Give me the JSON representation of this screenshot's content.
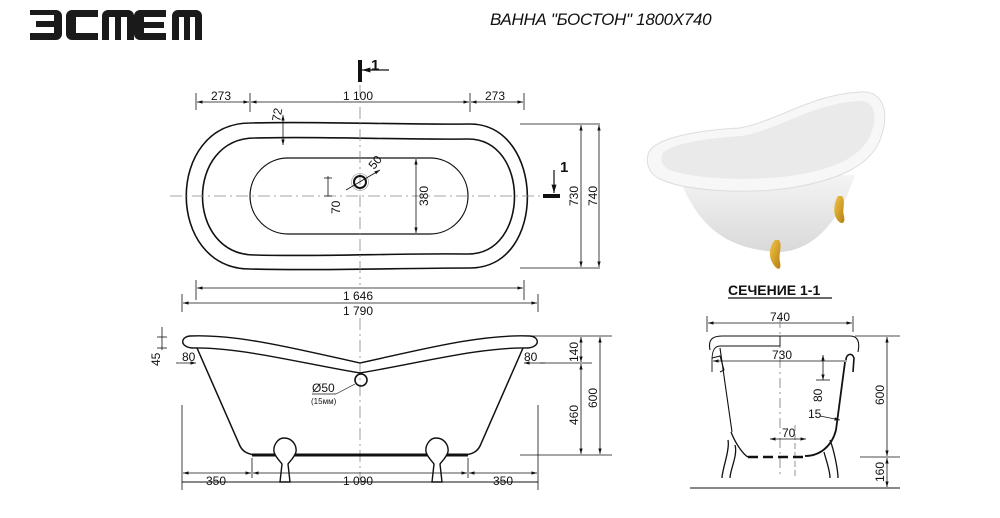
{
  "brand": {
    "logo_text": "ЭСМЕМ"
  },
  "header": {
    "title": "ВАННА \"БОСТОН\" 1800Х740"
  },
  "top_view": {
    "section_mark": "1",
    "dims": {
      "left_offset": "273",
      "center_length": "1 100",
      "right_offset": "273",
      "rim_width": "72",
      "drain_diameter": "50",
      "drain_offset": "70",
      "inner_width": "380",
      "width_inner": "730",
      "width_outer": "740",
      "length_inner": "1 646",
      "length_outer": "1 790"
    }
  },
  "side_view": {
    "dims": {
      "rim_height": "45",
      "left_overhang": "80",
      "right_overhang": "80",
      "top_depth": "140",
      "total_height": "600",
      "body_height": "460",
      "drain_label": "Ø50",
      "drain_note": "(15мм)",
      "left_leg_offset": "350",
      "leg_span": "1 090",
      "right_leg_offset": "350"
    }
  },
  "section_view": {
    "label": "СЕЧЕНИЕ 1-1",
    "dims": {
      "outer_width": "740",
      "inner_width": "730",
      "rim_drop": "80",
      "wall_thickness": "15",
      "drain_spacing": "70",
      "height": "600",
      "leg_height": "160"
    }
  },
  "photo": {
    "description": "white clawfoot bathtub with gold feet",
    "accent_color": "#d4a11e"
  }
}
